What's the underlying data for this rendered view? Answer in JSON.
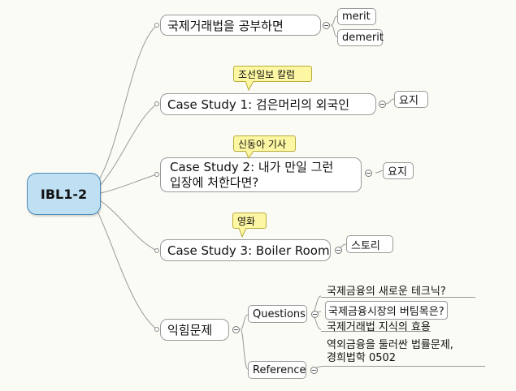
{
  "central": "IBL1-2",
  "topics": [
    {
      "label": "국제거래법을 공부하면",
      "children": [
        "merit",
        "demerit"
      ]
    },
    {
      "label": "Case Study 1: 검은머리의 외국인",
      "note": "조선일보 칼럼",
      "children": [
        "요지"
      ]
    },
    {
      "label_line1": "Case Study 2: 내가 만일 그런",
      "label_line2": "입장에 처한다면?",
      "note": "신동아 기사",
      "children": [
        "요지"
      ]
    },
    {
      "label": "Case Study 3: Boiler Room",
      "note": "영화",
      "children": [
        "스토리"
      ]
    },
    {
      "label": "익힘문제",
      "children": [
        {
          "label": "Questions",
          "children": [
            "국제금융의 새로운 테크닉?",
            "국제금융시장의 버팀목은?",
            "국제거래법 지식의 효용"
          ]
        },
        {
          "label": "Reference",
          "children": [
            {
              "line1": "역외금융을 둘러싼 법률문제,",
              "line2": "경희법학 0502"
            }
          ]
        }
      ]
    }
  ]
}
